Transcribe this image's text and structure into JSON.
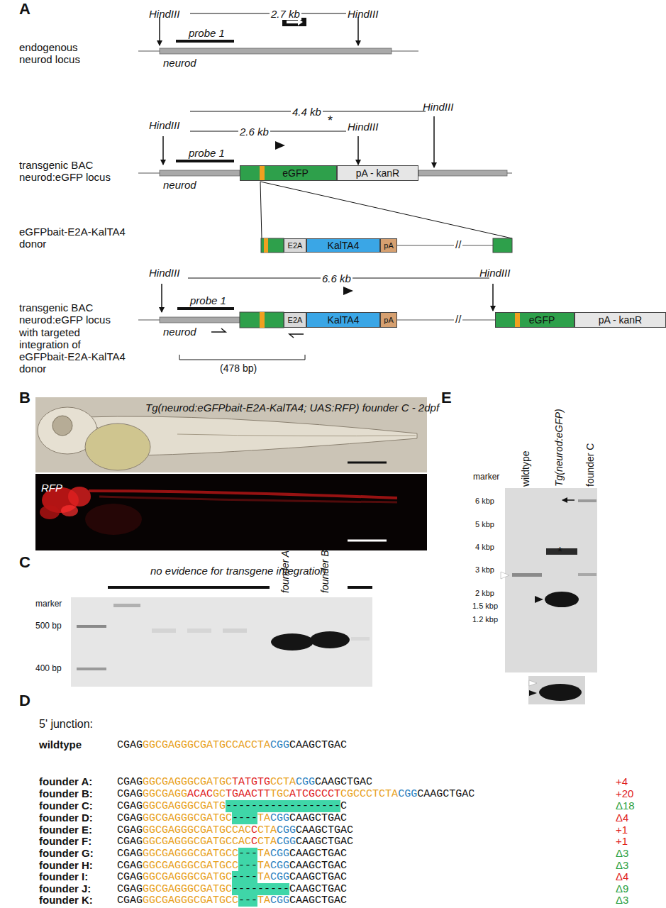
{
  "diagram": {
    "nodes": [
      {
        "text": [
          "eGFP"
        ]
      },
      {
        "text": [
          "pA - kanR"
        ]
      },
      {
        "text": [
          "E2A"
        ]
      },
      {
        "text": [
          "KalTA4"
        ]
      },
      {
        "text": [
          "pA"
        ]
      },
      {
        "text": [
          "E2A"
        ]
      },
      {
        "text": [
          "KalTA4"
        ]
      },
      {
        "text": [
          "pA"
        ]
      },
      {
        "text": [
          "eGFP"
        ]
      },
      {
        "text": [
          "pA - kanR"
        ]
      }
    ],
    "labels": [
      "A",
      "HindIII",
      "2.7 kb",
      "HindIII",
      "endogenous neurod locus",
      "probe 1",
      "neurod",
      "HindIII",
      "4.4 kb",
      "*",
      "HindIII",
      "2.6 kb",
      "HindIII",
      "transgenic BAC neurod:eGFP locus",
      "probe 1",
      "neurod",
      "eGFPbait-E2A-KalTA4 donor",
      "//",
      "HindIII",
      "6.6 kb",
      "HindIII",
      "transgenic BAC neurod:eGFP locus with targeted integration of eGFPbait-E2A-KalTA4 donor",
      "probe 1",
      "neurod",
      "//",
      "(478 bp)",
      "B",
      "Tg(neurod:eGFPbait-E2A-KalTA4; UAS:RFP) founder C - 2dpf",
      "RFP",
      "C",
      "no evidence for transgene integration",
      "founder A",
      "founder B",
      "marker",
      "500 bp",
      "400 bp",
      "E",
      "wildtype",
      "Tg(neurod:eGFP)",
      "founder C",
      "marker",
      "6 kbp",
      "5 kbp",
      "4 kbp",
      "3 kbp",
      "2 kbp",
      "1.5 kbp",
      "1.2 kbp",
      "*",
      "D",
      "5' junction:",
      "wildtype",
      "CGAG",
      "GGCGAGGGCGATGCCACCTA",
      "CGG",
      "CAAGCTGAC",
      "founder A:",
      "CGAG",
      "GGCGAGGGCGATGC",
      "TATGTG",
      "CCTA",
      "CGG",
      "CAAGCTGAC",
      "+4",
      "founder B:",
      "CGAG",
      "GGCGAGG",
      "ACAC",
      "GC",
      "TGAACTT",
      "TGC",
      "ATCGCCCT",
      "CGCCCTCTA",
      "CGG",
      "CAAGCTGAC",
      "+20",
      "founder C:",
      "CGAG",
      "GGCGAGGGCGATG",
      "------------------",
      "C",
      "Δ18",
      "founder D:",
      "CGAG",
      "GGCGAGGGCGATGC",
      "----",
      "TA",
      "CGG",
      "CAAGCTGAC",
      "Δ4",
      "founder E:",
      "CGAG",
      "GGCGAGGGCGATGCCAC",
      "C",
      "CTA",
      "CGG",
      "CAAGCTGAC",
      "+1",
      "founder F:",
      "CGAG",
      "GGCGAGGGCGATGCCAC",
      "C",
      "CTA",
      "CGG",
      "CAAGCTGAC",
      "+1",
      "founder G:",
      "CGAG",
      "GGCGAGGGCGATGCC",
      "---",
      "TA",
      "CGG",
      "CAAGCTGAC",
      "Δ3",
      "founder H:",
      "CGAG",
      "GGCGAGGGCGATGCC",
      "---",
      "TA",
      "CGG",
      "CAAGCTGAC",
      "Δ3",
      "founder I:",
      "CGAG",
      "GGCGAGGGCGATGC",
      "----",
      "TA",
      "CGG",
      "CAAGCTGAC",
      "Δ4",
      "founder J:",
      "CGAG",
      "GGCGAGGGCGATGC",
      "---------",
      "CAAGCTGAC",
      "Δ9",
      "founder K:",
      "CGAG",
      "GGCGAGGGCGATGCC",
      "---",
      "TA",
      "CGG",
      "CAAGCTGAC",
      "Δ3"
    ]
  }
}
